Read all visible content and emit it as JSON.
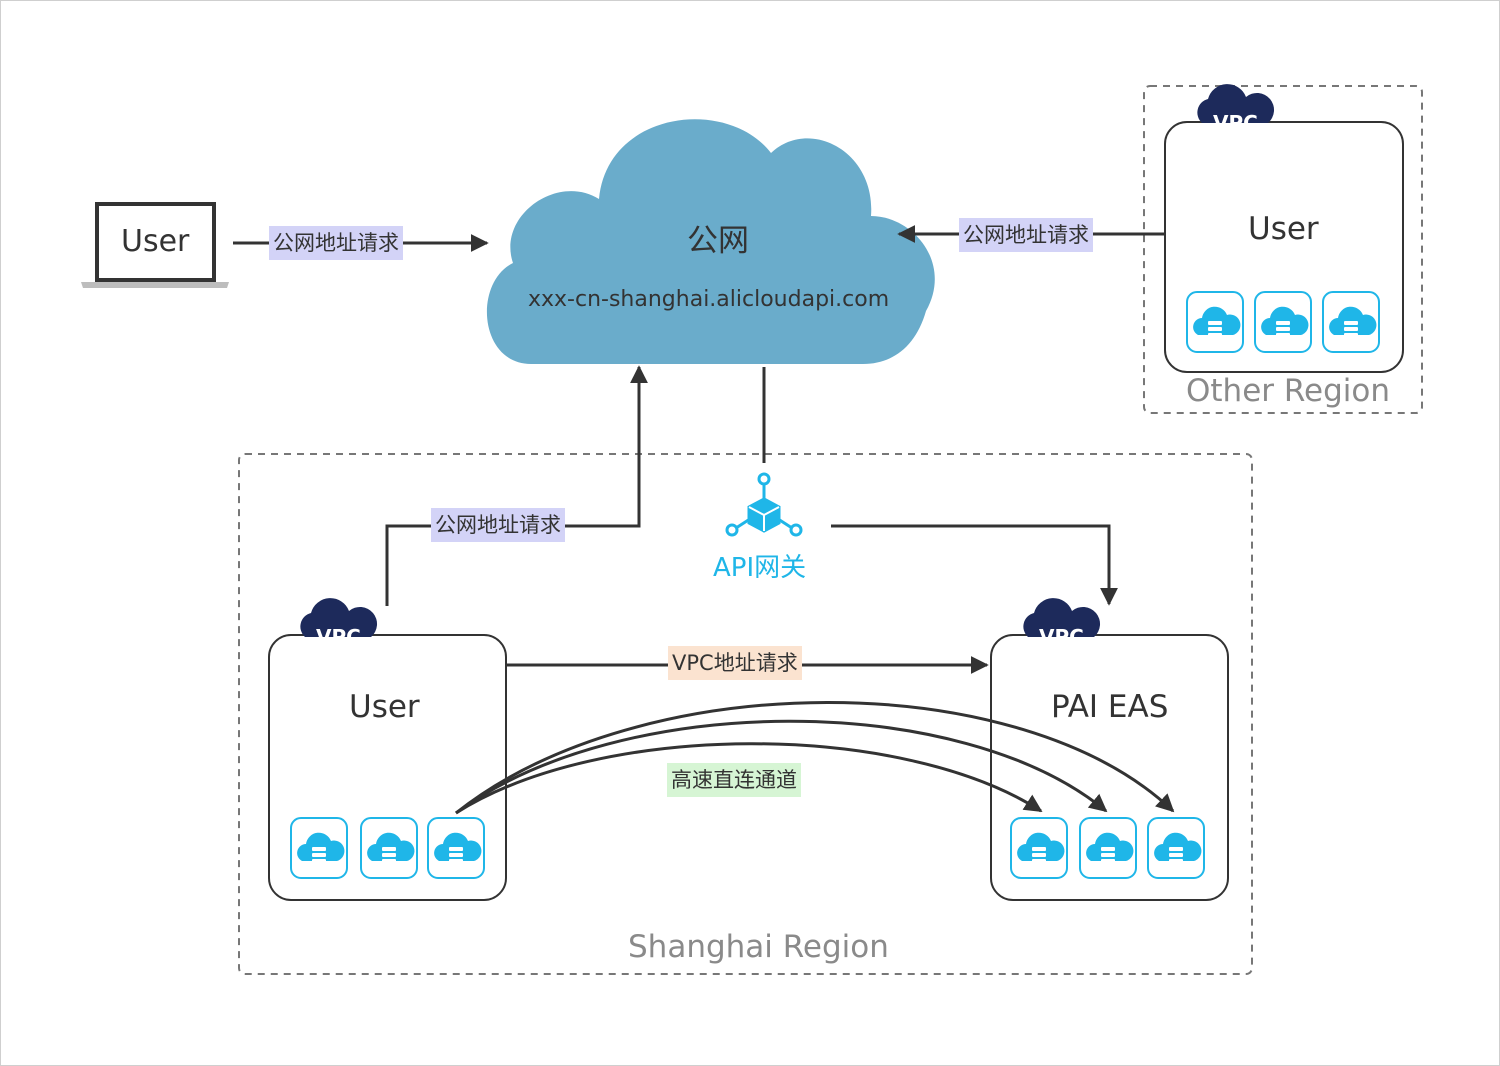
{
  "public_network": {
    "title": "公网",
    "domain": "xxx-cn-shanghai.alicloudapi.com",
    "color": "#6aaccb"
  },
  "laptop_user": {
    "label": "User"
  },
  "request_tags": {
    "public_left": "公网地址请求",
    "public_right": "公网地址请求",
    "public_shanghai": "公网地址请求",
    "vpc_request": "VPC地址请求",
    "fast_channel": "高速直连通道"
  },
  "api_gateway": {
    "label": "API网关",
    "color": "#1fb6e8",
    "icon": "api-gateway-icon"
  },
  "other_region": {
    "name": "Other Region",
    "vpc": {
      "badge": "VPC",
      "title": "User",
      "instances": 3
    }
  },
  "shanghai_region": {
    "name": "Shanghai Region",
    "user_vpc": {
      "badge": "VPC",
      "title": "User",
      "instances": 3
    },
    "eas_vpc": {
      "badge": "VPC",
      "title": "PAI EAS",
      "instances": 3
    }
  },
  "colors": {
    "vpc_badge": "#1d2a5b",
    "instance": "#1fb6e8",
    "arrow": "#333333",
    "tag_public": "#d3d3f7",
    "tag_vpc": "#fbe3d0",
    "tag_fast": "#d6f5d4"
  }
}
